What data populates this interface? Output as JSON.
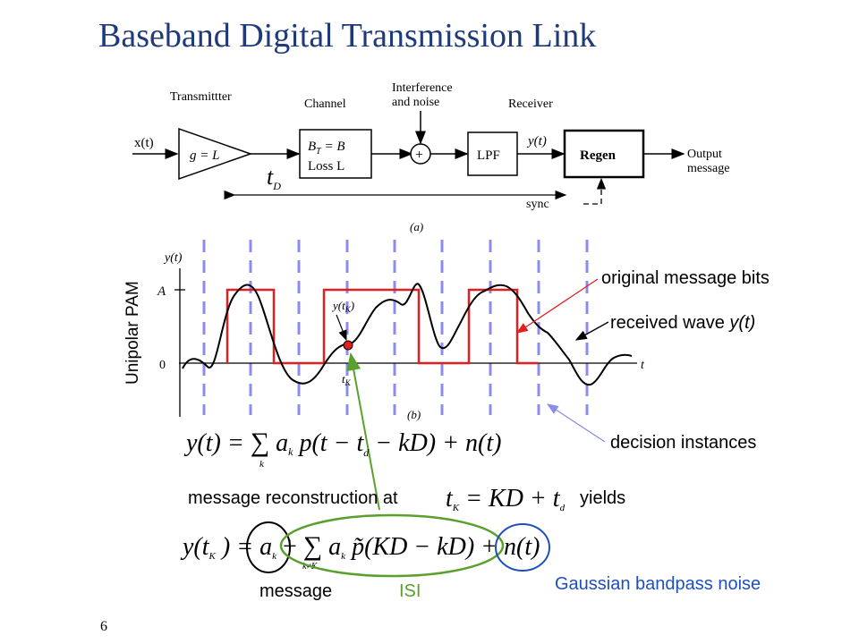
{
  "title": "Baseband Digital Transmission Link",
  "slide_number": "6",
  "block_diagram": {
    "input": "x(t)",
    "transmitter_label": "Transmittter",
    "transmitter_gain": "g = L",
    "channel_label": "Channel",
    "channel_line1": "B",
    "channel_line1_sub": "T",
    "channel_line1_rest": " = B",
    "channel_line2": "Loss L",
    "interference_label_1": "Interference",
    "interference_label_2": "and noise",
    "adder_symbol": "+",
    "lpf": "LPF",
    "receiver_label": "Receiver",
    "receiver_output": "y(t)",
    "regen": "Regen",
    "output_1": "Output",
    "output_2": "message",
    "delay": "t",
    "delay_sub": "D",
    "sync": "sync",
    "caption": "(a)"
  },
  "waveform": {
    "y_axis_label": "y(t)",
    "level_A": "A",
    "level_0": "0",
    "t_axis": "t",
    "sample_label": "y(t",
    "sample_label_sub": "K",
    "sample_label_end": ")",
    "tk": "t",
    "tk_sub": "K",
    "caption": "(b)",
    "side_label": "Unipolar PAM"
  },
  "annotations": {
    "original_bits": "original message bits",
    "received_wave_prefix": "received wave ",
    "received_wave_var": "y(t)",
    "decision": "decision instances",
    "reconstruction": "message reconstruction at",
    "yields": "yields",
    "message": "message",
    "isi": "ISI",
    "noise": "Gaussian bandpass noise"
  },
  "equations": {
    "eq1_lhs": "y(t) = ",
    "eq1_sum": "∑",
    "eq1_sum_sub": "k",
    "eq1_a": "a",
    "eq1_a_sub": "k",
    "eq1_p": " p(t − t",
    "eq1_p_sub": "d",
    "eq1_rest": " − kD) + n(t)",
    "eq2_t": "t",
    "eq2_t_sub": "K",
    "eq2_rest": " = KD + t",
    "eq2_rest_sub": "d",
    "eq3_y": "y(t",
    "eq3_y_sub": "K",
    "eq3_eq": ") = a",
    "eq3_a_sub": "k",
    "eq3_plus": " + ",
    "eq3_sum": "∑",
    "eq3_sum_sub": "k≠K",
    "eq3_a2": "a",
    "eq3_a2_sub": "k",
    "eq3_p": " p̃(KD − kD) + n(t)"
  },
  "colors": {
    "title": "#1f3a7a",
    "bits": "#e02020",
    "decision_lines": "#8c8cf0",
    "isi": "#5aa02c",
    "noise": "#1f4fbf",
    "sample_dot": "#e02020"
  }
}
